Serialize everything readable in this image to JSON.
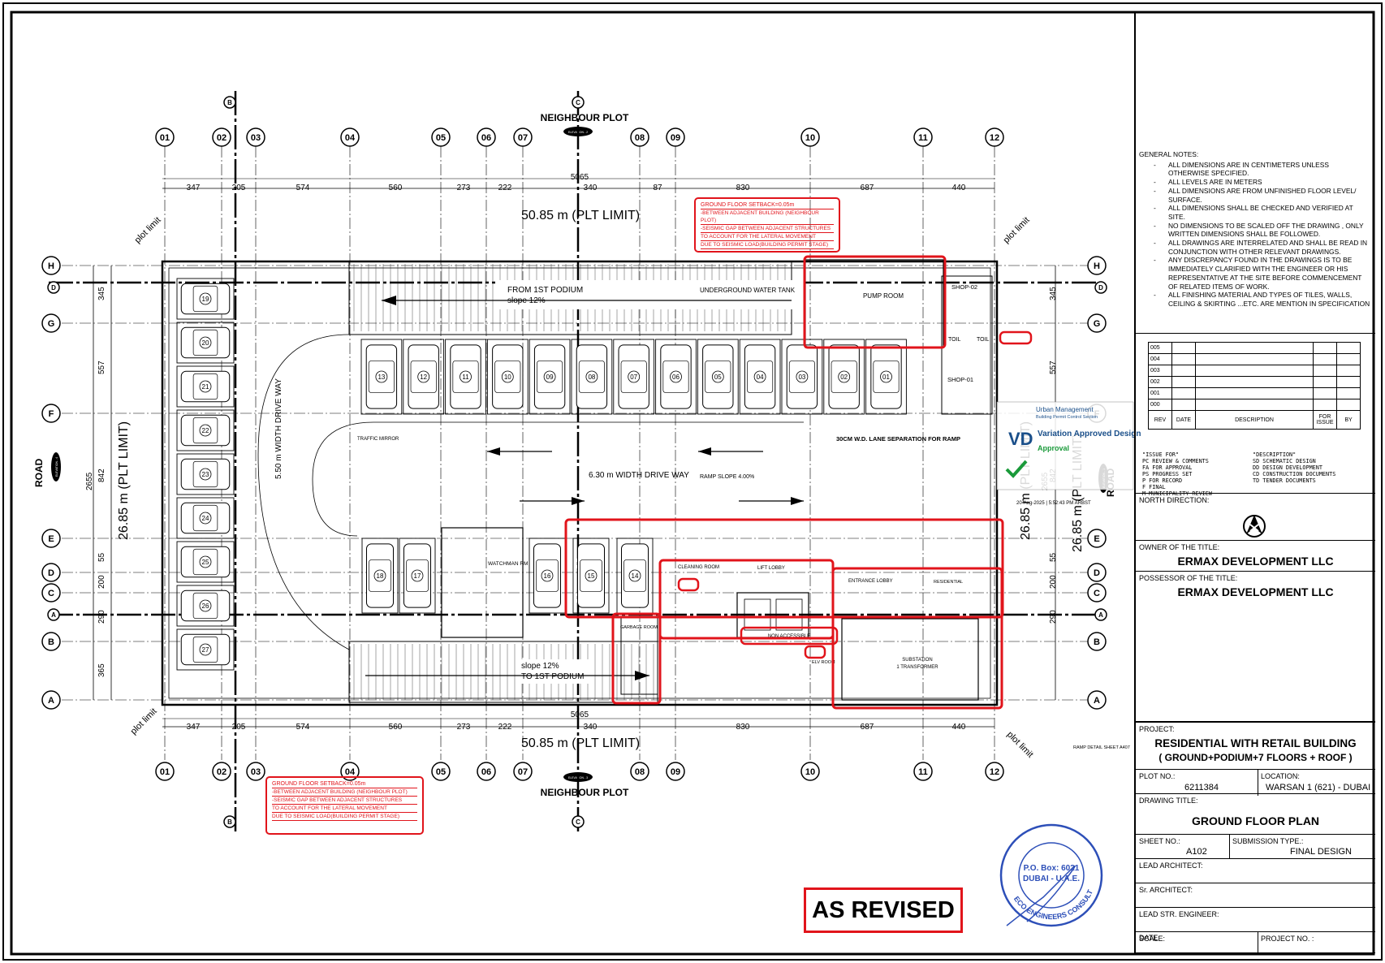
{
  "plan": {
    "neighbour_plot_label": "NEIGHBOUR PLOT",
    "road_label": "ROAD",
    "elevation_tag": "ELEVATION - 2",
    "elevation_tag_2": "ELEVATION - 3",
    "elevation_tag_left": "ELEVATION - 4",
    "elevation_tag_right": "ELEVATION - 1",
    "plot_limit_label": "plot limit",
    "plt_limit_horizontal": "50.85 m (PLT LIMIT)",
    "plt_limit_vertical": "26.85 m (PLT LIMIT)",
    "overall_dimension": "5065",
    "grid_columns": [
      "01",
      "02",
      "03",
      "04",
      "05",
      "06",
      "07",
      "08",
      "09",
      "10",
      "11",
      "12"
    ],
    "grid_rows": [
      "H",
      "G",
      "F",
      "E",
      "D",
      "C",
      "B",
      "A"
    ],
    "section_marks": [
      "A",
      "B",
      "C",
      "D"
    ],
    "top_dims": [
      "347",
      "205",
      "574",
      "560",
      "273",
      "222",
      "340",
      "87",
      "830",
      "687",
      "440"
    ],
    "bottom_dims": [
      "347",
      "205",
      "574",
      "560",
      "273",
      "222",
      "340",
      "830",
      "687",
      "440"
    ],
    "left_dims": [
      "345",
      "557",
      "842",
      "55",
      "200",
      "290",
      "365"
    ],
    "left_total": "2655",
    "right_dims": [
      "345",
      "557",
      "842",
      "55",
      "200",
      "290"
    ],
    "right_total": "2655",
    "setback_note": {
      "title": "GROUND FLOOR SETBACK=0.05m",
      "lines": [
        "-BETWEEN ADJACENT BUILDING (NEIGHBOUR PLOT)",
        "-SEISMIC GAP BETWEEN ADJACENT STRUCTURES",
        "TO ACCOUNT FOR THE LATERAL MOVEMENT",
        "DUE TO SEISMIC LOAD(BUILDING PERMIT STAGE)"
      ]
    },
    "rooms": {
      "pump_room": "PUMP ROOM",
      "shop_01": "SHOP-01",
      "shop_02": "SHOP-02",
      "toilet": "TOIL",
      "watchman": "WATCHMAN RM",
      "garbage": "GARBAGE ROOM",
      "lift_lobby": "LIFT LOBBY",
      "entrance_lobby": "ENTRANCE LOBBY",
      "substation": "SUBSTATION",
      "substation_sub": "1 TRANSFORMER",
      "elv_room": "ELV ROOM",
      "non_accessible": "NON ACCESSIBLE",
      "residential": "RESIDENTIAL",
      "cleaning": "CLEANING ROOM",
      "water_tank": "UNDERGROUND WATER TANK"
    },
    "ramps": {
      "from_podium": "FROM 1ST PODIUM",
      "slope_top": "slope 12%",
      "to_podium": "TO 1ST PODIUM",
      "slope_bottom": "slope 12%",
      "drive_550": "5.50 m WIDTH DRIVE WAY",
      "drive_630": "6.30 m WIDTH DRIVE WAY",
      "ramp_slope": "RAMP SLOPE 4.00%",
      "lane_sep": "30CM W.D. LANE SEPARATION FOR RAMP",
      "traffic_mirror": "TRAFFIC MIRROR",
      "ramp_detail": "RAMP DETAIL SHEET A407"
    },
    "parking_top": [
      "13",
      "12",
      "11",
      "10",
      "09",
      "08",
      "07",
      "06",
      "05",
      "04",
      "03",
      "02",
      "01"
    ],
    "parking_left": [
      "19",
      "20",
      "21",
      "22",
      "23",
      "24",
      "25",
      "26",
      "27"
    ],
    "parking_mid": [
      "18",
      "17",
      "16",
      "15",
      "14"
    ],
    "approval_stamp": {
      "title": "Urban Management",
      "sub": "Building Permit Control Section",
      "label": "Variation Approved Design",
      "approval": "Approval",
      "date": "20-Aug-2025 | 5:52:43 PM ARBST",
      "badge": "VD"
    }
  },
  "title_block": {
    "general_notes_title": "GENERAL NOTES:",
    "general_notes": [
      "ALL DIMENSIONS ARE IN CENTIMETERS UNLESS OTHERWISE SPECIFIED.",
      "ALL LEVELS ARE IN METERS",
      "ALL DIMENSIONS ARE FROM UNFINISHED FLOOR LEVEL/ SURFACE.",
      "ALL DIMENSIONS SHALL BE CHECKED AND VERIFIED AT SITE.",
      "NO DIMENSIONS TO BE SCALED OFF THE DRAWING , ONLY WRITTEN DIMENSIONS SHALL BE FOLLOWED.",
      "ALL DRAWINGS ARE INTERRELATED AND SHALL BE READ IN CONJUNCTION WITH OTHER RELEVANT DRAWINGS.",
      "ANY DISCREPANCY FOUND IN THE DRAWINGS IS TO BE IMMEDIATELY CLARIFIED WITH THE ENGINEER OR HIS REPRESENTATIVE AT THE SITE BEFORE COMMENCEMENT OF RELATED ITEMS OF WORK.",
      "ALL FINISHING MATERIAL AND TYPES OF TILES, WALLS, CEILING & SKIRTING ...ETC. ARE MENTION IN SPECIFICATION"
    ],
    "revision_rows": [
      "005",
      "004",
      "003",
      "002",
      "001",
      "000"
    ],
    "rev_headers": [
      "REV",
      "DATE",
      "DESCRIPTION",
      "FOR ISSUE",
      "BY"
    ],
    "issue_for_title": "\"ISSUE FOR\"",
    "issue_for": [
      "PC REVIEW & COMMENTS",
      "FA FOR APPROVAL",
      "PS PROGRESS SET",
      "P FOR RECORD",
      "F FINAL",
      "M MUNICIPALITY REVIEW"
    ],
    "description_title": "\"DESCRIPTION\"",
    "descriptions": [
      "SD SCHEMATIC DESIGN",
      "DD DESIGN DEVELOPMENT",
      "CD CONSTRUCTION DOCUMENTS",
      "TD TENDER DOCUMENTS"
    ],
    "north_label": "NORTH DIRECTION:",
    "owner_label": "OWNER OF THE TITLE:",
    "owner": "ERMAX DEVELOPMENT LLC",
    "possessor_label": "POSSESSOR OF THE TITLE:",
    "possessor": "ERMAX DEVELOPMENT LLC",
    "project_label": "PROJECT:",
    "project_line1": "RESIDENTIAL WITH RETAIL BUILDING",
    "project_line2": "( GROUND+PODIUM+7 FLOORS + ROOF )",
    "plot_label": "PLOT NO.:",
    "plot_no": "6211384",
    "location_label": "LOCATION:",
    "location": "WARSAN 1 (621) - DUBAI",
    "drawing_title_label": "DRAWING TITLE:",
    "drawing_title": "GROUND FLOOR PLAN",
    "sheet_label": "SHEET NO.:",
    "sheet_no": "A102",
    "submission_label": "SUBMISSION TYPE.:",
    "submission": "FINAL DESIGN",
    "lead_arch": "LEAD ARCHITECT:",
    "sr_arch": "Sr. ARCHITECT:",
    "lead_str": "LEAD STR. ENGINEER:",
    "scale_label": "SCALE:",
    "project_no_label": "PROJECT NO. :",
    "date_label": "DATE:"
  },
  "stamp": {
    "pobox": "P.O. Box: 6021",
    "city": "DUBAI - U.A.E.",
    "office": "ECO ENGINEERS CONSULTANTS OFFICE"
  },
  "as_revised": "AS REVISED",
  "colors": {
    "red": "#e1141b",
    "line": "#000000",
    "green": "#1a9a3a",
    "blue": "#2d4fb8"
  }
}
